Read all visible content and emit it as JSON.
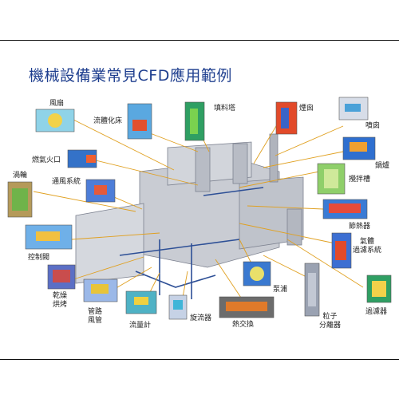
{
  "title": "機械設備業常見CFD應用範例",
  "colors": {
    "title": "#1f3f8f",
    "structure": "#c9ccd3",
    "leader": "#e0a020"
  },
  "labels": {
    "fan": "風扇",
    "fluidized_bed": "流體化床",
    "packed_tower": "填料塔",
    "chimney": "煙囪",
    "spray": "噴囱",
    "boiler": "鍋爐",
    "burner": "燃氣火口",
    "mixing_tank": "攪拌槽",
    "turbine": "渦輪",
    "ventilation": "通風系統",
    "economizer": "節熱器",
    "gas_filter_l1": "氣體",
    "gas_filter_l2": "過濾系統",
    "control_valve": "控制閥",
    "pump": "泵浦",
    "dryer_l1": "乾燥",
    "dryer_l2": "烘烤",
    "pipe_l1": "管路",
    "pipe_l2": "風管",
    "flowmeter": "流量計",
    "cyclone": "旋流器",
    "heat_exchanger": "熱交換",
    "separator_l1": "粒子",
    "separator_l2": "分離器",
    "filter": "過濾器"
  }
}
